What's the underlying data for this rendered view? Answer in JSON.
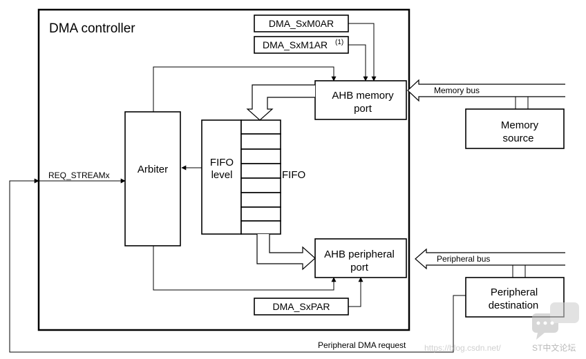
{
  "controller": {
    "title": "DMA controller"
  },
  "registers": {
    "m0ar": "DMA_SxM0AR",
    "m1ar": "DMA_SxM1AR",
    "m1ar_note": "(1)",
    "par": "DMA_SxPAR"
  },
  "blocks": {
    "arbiter": "Arbiter",
    "fifo_level_line1": "FIFO",
    "fifo_level_line2": "level",
    "fifo": "FIFO",
    "ahb_memory_line1": "AHB memory",
    "ahb_memory_line2": "port",
    "ahb_peripheral_line1": "AHB peripheral",
    "ahb_peripheral_line2": "port",
    "memory_source_line1": "Memory",
    "memory_source_line2": "source",
    "peripheral_dest_line1": "Peripheral",
    "peripheral_dest_line2": "destination"
  },
  "signals": {
    "req_stream": "REQ_STREAMx",
    "memory_bus": "Memory bus",
    "peripheral_bus": "Peripheral bus",
    "peripheral_dma_request": "Peripheral DMA request"
  },
  "watermark": {
    "url": "https://blog.csdn.net/",
    "brand": "ST中文论坛"
  }
}
